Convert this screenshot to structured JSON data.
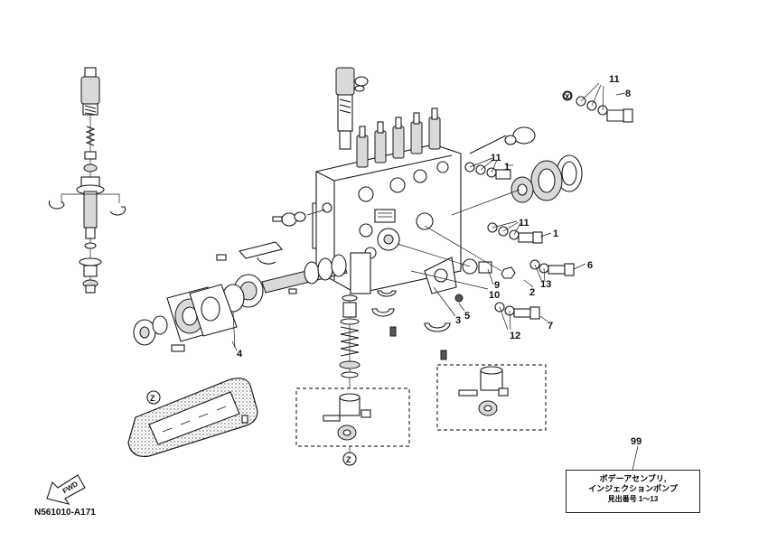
{
  "figure_code": "N561010-A171",
  "fwd_label": "FWD",
  "title_block": {
    "ref": "99",
    "line1": "ボデーアセンブリ,",
    "line2": "インジェクションポンプ",
    "line3": "見出番号  1〜13"
  },
  "callouts": {
    "c1a": "1",
    "c1b": "1",
    "c2": "2",
    "c3": "3",
    "c4": "4",
    "c5": "5",
    "c6": "6",
    "c7": "7",
    "c8": "8",
    "c9": "9",
    "c10": "10",
    "c11a": "11",
    "c11b": "11",
    "c11c": "11",
    "c12": "12",
    "c13": "13",
    "z1": "Z",
    "z2": "Z",
    "x1": "X"
  },
  "colors": {
    "line": "#1a1a1a",
    "background": "#ffffff"
  }
}
